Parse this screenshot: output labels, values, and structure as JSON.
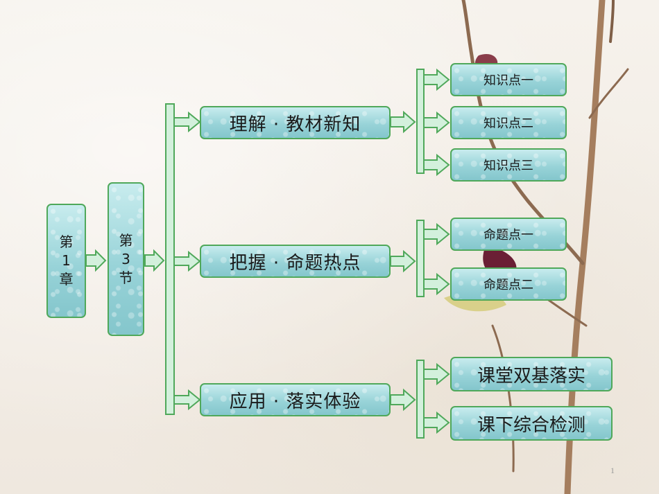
{
  "chapter": {
    "line1": "第",
    "line2": "1",
    "line3": "章"
  },
  "section": {
    "line1": "第",
    "line2": "3",
    "line3": "节"
  },
  "branches": [
    {
      "label": "理解 · 教材新知",
      "children": [
        "知识点一",
        "知识点二",
        "知识点三"
      ]
    },
    {
      "label": "把握 · 命题热点",
      "children": [
        "命题点一",
        "命题点二"
      ]
    },
    {
      "label": "应用 · 落实体验",
      "children": [
        "课堂双基落实",
        "课下综合检测"
      ]
    }
  ],
  "page_number": "1",
  "colors": {
    "box_border": "#4fa85a",
    "box_fill": "#a8dde1",
    "connector": "#4fa85a"
  }
}
